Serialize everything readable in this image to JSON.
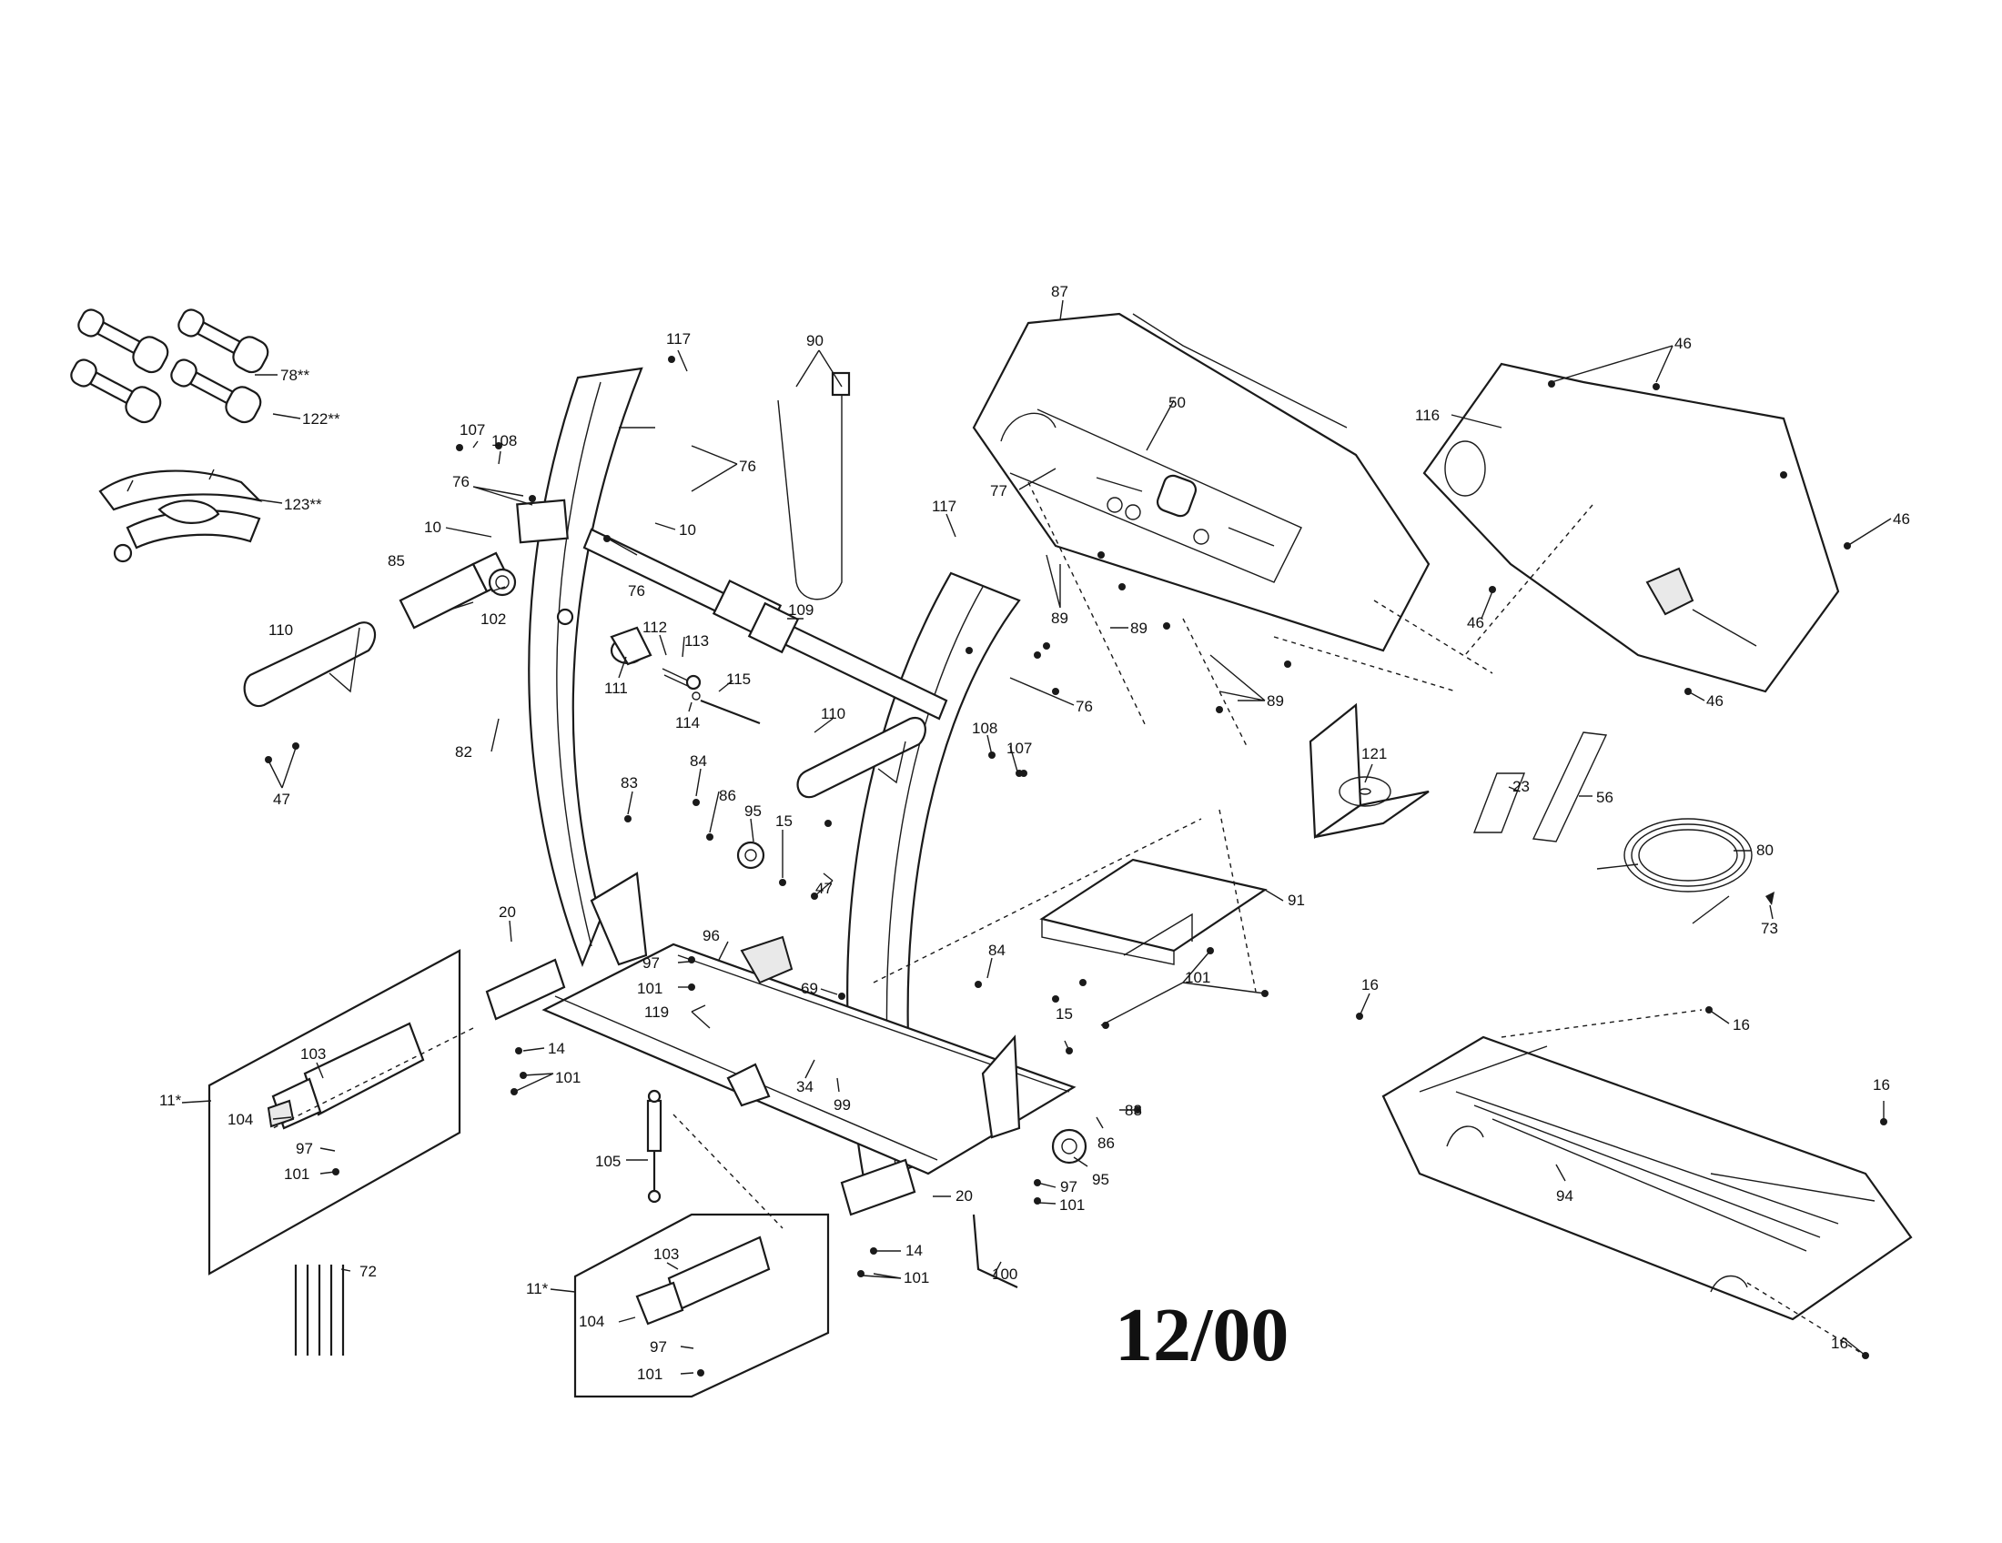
{
  "date_code": "12/00",
  "callouts": [
    {
      "id": "c117a",
      "text": "117"
    },
    {
      "id": "c90",
      "text": "90"
    },
    {
      "id": "c87",
      "text": "87"
    },
    {
      "id": "c46a",
      "text": "46"
    },
    {
      "id": "c78",
      "text": "78**"
    },
    {
      "id": "c122",
      "text": "122**"
    },
    {
      "id": "c123",
      "text": "123**"
    },
    {
      "id": "c107a",
      "text": "107"
    },
    {
      "id": "c108a",
      "text": "108"
    },
    {
      "id": "c76a",
      "text": "76"
    },
    {
      "id": "c76b",
      "text": "76"
    },
    {
      "id": "c10a",
      "text": "10"
    },
    {
      "id": "c10b",
      "text": "10"
    },
    {
      "id": "c85",
      "text": "85"
    },
    {
      "id": "c102",
      "text": "102"
    },
    {
      "id": "c76c",
      "text": "76"
    },
    {
      "id": "c50",
      "text": "50"
    },
    {
      "id": "c77",
      "text": "77"
    },
    {
      "id": "c116",
      "text": "116"
    },
    {
      "id": "c46b",
      "text": "46"
    },
    {
      "id": "c46c",
      "text": "46"
    },
    {
      "id": "c46d",
      "text": "46"
    },
    {
      "id": "c117b",
      "text": "117"
    },
    {
      "id": "c89a",
      "text": "89"
    },
    {
      "id": "c89b",
      "text": "89"
    },
    {
      "id": "c89c",
      "text": "89"
    },
    {
      "id": "c110a",
      "text": "110"
    },
    {
      "id": "c109",
      "text": "109"
    },
    {
      "id": "c112",
      "text": "112"
    },
    {
      "id": "c113",
      "text": "113"
    },
    {
      "id": "c111",
      "text": "111"
    },
    {
      "id": "c115",
      "text": "115"
    },
    {
      "id": "c114",
      "text": "114"
    },
    {
      "id": "c76d",
      "text": "76"
    },
    {
      "id": "c82",
      "text": "82"
    },
    {
      "id": "c47a",
      "text": "47"
    },
    {
      "id": "c121",
      "text": "121"
    },
    {
      "id": "c108b",
      "text": "108"
    },
    {
      "id": "c107b",
      "text": "107"
    },
    {
      "id": "c23",
      "text": "23"
    },
    {
      "id": "c56",
      "text": "56"
    },
    {
      "id": "c110b",
      "text": "110"
    },
    {
      "id": "c83a",
      "text": "83"
    },
    {
      "id": "c84a",
      "text": "84"
    },
    {
      "id": "c86a",
      "text": "86"
    },
    {
      "id": "c95a",
      "text": "95"
    },
    {
      "id": "c15a",
      "text": "15"
    },
    {
      "id": "c47b",
      "text": "47"
    },
    {
      "id": "c80",
      "text": "80"
    },
    {
      "id": "c91",
      "text": "91"
    },
    {
      "id": "c73",
      "text": "73"
    },
    {
      "id": "c20a",
      "text": "20"
    },
    {
      "id": "c96",
      "text": "96"
    },
    {
      "id": "c97a",
      "text": "97"
    },
    {
      "id": "c101a",
      "text": "101"
    },
    {
      "id": "c84b",
      "text": "84"
    },
    {
      "id": "c69",
      "text": "69"
    },
    {
      "id": "c119",
      "text": "119"
    },
    {
      "id": "c101b",
      "text": "101"
    },
    {
      "id": "c16a",
      "text": "16"
    },
    {
      "id": "c16b",
      "text": "16"
    },
    {
      "id": "c14a",
      "text": "14"
    },
    {
      "id": "c101c",
      "text": "101"
    },
    {
      "id": "c15b",
      "text": "15"
    },
    {
      "id": "c103a",
      "text": "103"
    },
    {
      "id": "c34",
      "text": "34"
    },
    {
      "id": "c99",
      "text": "99"
    },
    {
      "id": "c83b",
      "text": "83"
    },
    {
      "id": "c11a",
      "text": "11*"
    },
    {
      "id": "c104a",
      "text": "104"
    },
    {
      "id": "c97b",
      "text": "97"
    },
    {
      "id": "c101d",
      "text": "101"
    },
    {
      "id": "c105",
      "text": "105"
    },
    {
      "id": "c86b",
      "text": "86"
    },
    {
      "id": "c16c",
      "text": "16"
    },
    {
      "id": "c97c",
      "text": "97"
    },
    {
      "id": "c95b",
      "text": "95"
    },
    {
      "id": "c101e",
      "text": "101"
    },
    {
      "id": "c20b",
      "text": "20"
    },
    {
      "id": "c94",
      "text": "94"
    },
    {
      "id": "c72",
      "text": "72"
    },
    {
      "id": "c103b",
      "text": "103"
    },
    {
      "id": "c14b",
      "text": "14"
    },
    {
      "id": "c101f",
      "text": "101"
    },
    {
      "id": "c100",
      "text": "100"
    },
    {
      "id": "c11b",
      "text": "11*"
    },
    {
      "id": "c104b",
      "text": "104"
    },
    {
      "id": "c97d",
      "text": "97"
    },
    {
      "id": "c101g",
      "text": "101"
    },
    {
      "id": "c16d",
      "text": "16"
    }
  ]
}
